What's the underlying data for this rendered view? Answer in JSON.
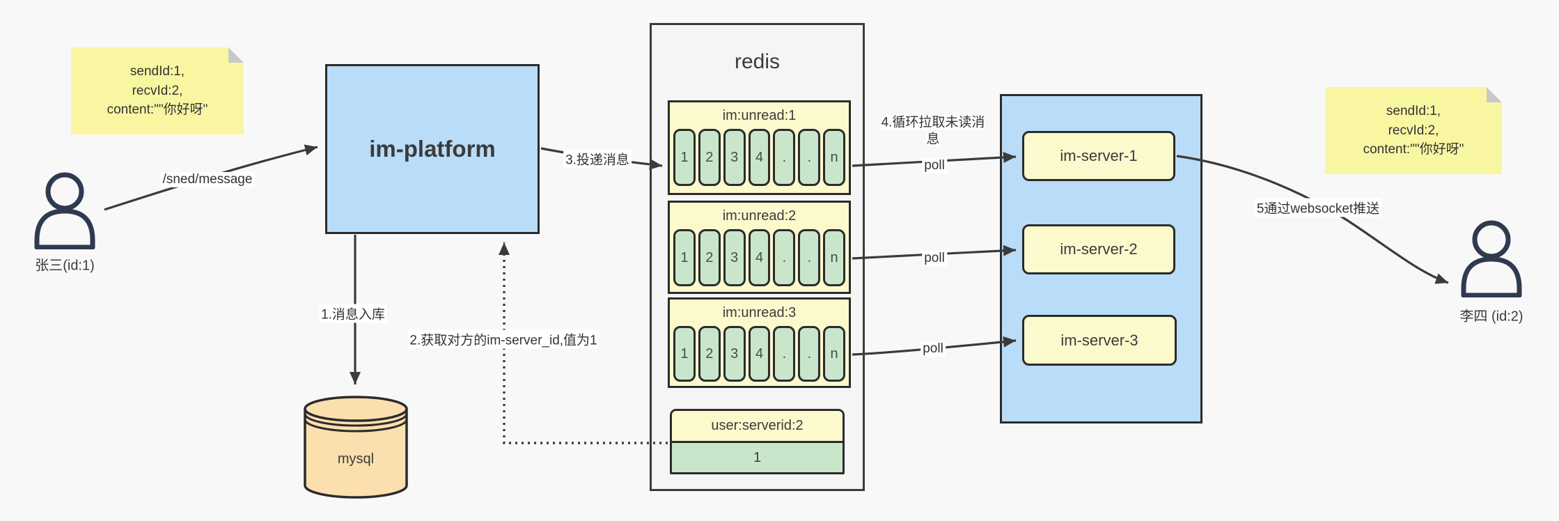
{
  "notes": {
    "left": {
      "lines": [
        "sendId:1,",
        "recvId:2,",
        "content:\"\"你好呀\""
      ]
    },
    "right": {
      "lines": [
        "sendId:1,",
        "recvId:2,",
        "content:\"\"你好呀\""
      ]
    }
  },
  "actors": {
    "sender": {
      "label": "张三(id:1)"
    },
    "receiver": {
      "label": "李四 (id:2)"
    }
  },
  "nodes": {
    "im_platform": {
      "label": "im-platform"
    },
    "mysql": {
      "label": "mysql"
    },
    "redis": {
      "title": "redis"
    },
    "kv": {
      "title": "user:serverid:2",
      "value": "1"
    },
    "servers": [
      {
        "label": "im-server-1"
      },
      {
        "label": "im-server-2"
      },
      {
        "label": "im-server-3"
      }
    ]
  },
  "queues": [
    {
      "title": "im:unread:1",
      "cells": [
        "1",
        "2",
        "3",
        "4",
        ".",
        ".",
        "n"
      ]
    },
    {
      "title": "im:unread:2",
      "cells": [
        "1",
        "2",
        "3",
        "4",
        ".",
        ".",
        "n"
      ]
    },
    {
      "title": "im:unread:3",
      "cells": [
        "1",
        "2",
        "3",
        "4",
        ".",
        ".",
        "n"
      ]
    }
  ],
  "edges": {
    "send": "/sned/message",
    "store": "1.消息入库",
    "lookup": "2.获取对方的im-server_id,值为1",
    "deliver": "3.投递消息",
    "pull_loop": "4.循环拉取未读消息",
    "poll": "poll",
    "push": "5通过websocket推送"
  },
  "colors": {
    "node_blue": "#b9dcf8",
    "note_yellow": "#f9f6a2",
    "note_fold_gray": "#c8c8c8",
    "box_yellow": "#fcf9cd",
    "cell_green": "#c9e6cb",
    "db_peach": "#fcdfae",
    "container_gray": "#f5f5f5",
    "stroke_dark": "#3b3b3b"
  }
}
